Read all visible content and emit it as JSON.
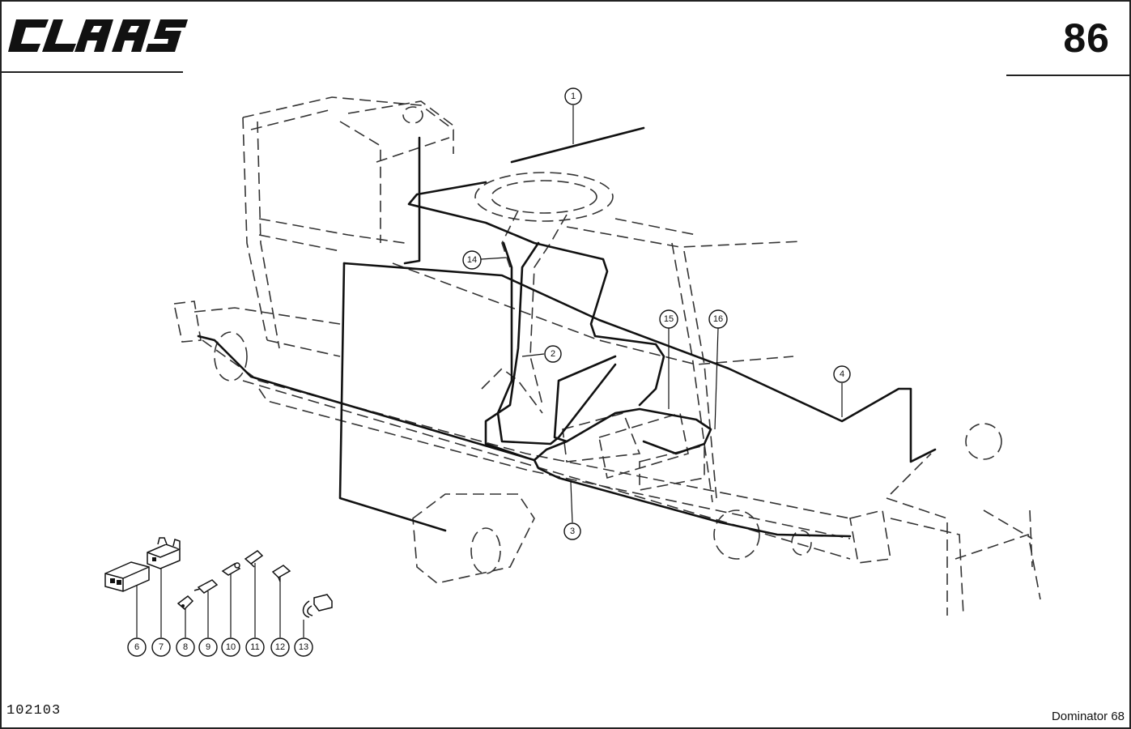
{
  "header": {
    "brand": "CLAAS",
    "page_number": "86"
  },
  "footer": {
    "drawing_number": "102103",
    "model": "Dominator 68"
  },
  "callouts": [
    "1",
    "2",
    "3",
    "4",
    "6",
    "7",
    "8",
    "9",
    "10",
    "11",
    "12",
    "13",
    "14",
    "15",
    "16"
  ]
}
